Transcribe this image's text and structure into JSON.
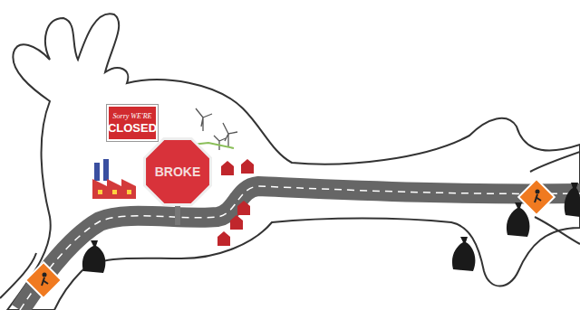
{
  "diagram": {
    "nodes": [
      {
        "text": [
          "Sorry WE'RE",
          "CLOSED"
        ]
      },
      {
        "text": [
          "BROKE"
        ]
      }
    ]
  }
}
